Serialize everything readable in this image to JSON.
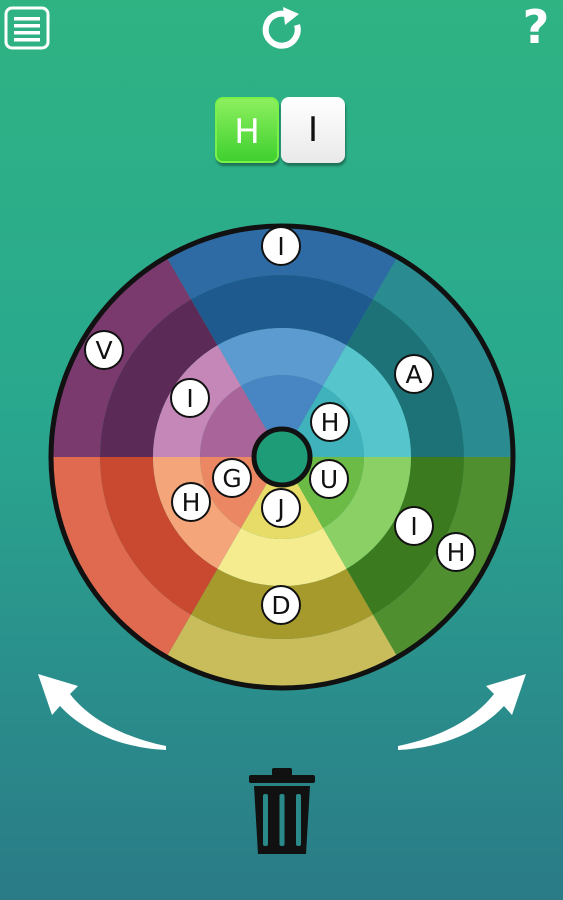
{
  "header": {
    "menu_icon": "menu-icon",
    "restart_icon": "restart-icon",
    "help_label": "?"
  },
  "word": {
    "tiles": [
      {
        "letter": "H",
        "state": "active"
      },
      {
        "letter": "I",
        "state": "normal"
      }
    ]
  },
  "wheel": {
    "center_color": "#1e9c77",
    "letters": [
      {
        "id": "outer-top-i",
        "letter": "I"
      },
      {
        "id": "outer-left-v",
        "letter": "V"
      },
      {
        "id": "outer-right-a",
        "letter": "A"
      },
      {
        "id": "middle-left-i",
        "letter": "I"
      },
      {
        "id": "inner-right-h",
        "letter": "H"
      },
      {
        "id": "inner-left-g",
        "letter": "G"
      },
      {
        "id": "inner-right-u",
        "letter": "U"
      },
      {
        "id": "middle-left-h",
        "letter": "H"
      },
      {
        "id": "inner-bottom-j",
        "letter": "J"
      },
      {
        "id": "middle-right-i",
        "letter": "I"
      },
      {
        "id": "outer-right-h",
        "letter": "H"
      },
      {
        "id": "outer-bottom-d",
        "letter": "D"
      }
    ]
  },
  "controls": {
    "rotate_left_icon": "rotate-left-arrow-icon",
    "rotate_right_icon": "rotate-right-arrow-icon",
    "trash_icon": "trash-icon"
  },
  "colors": {
    "background_top": "#2fb383",
    "background_bottom": "#2a7b86",
    "active_tile": "#52d83a"
  }
}
